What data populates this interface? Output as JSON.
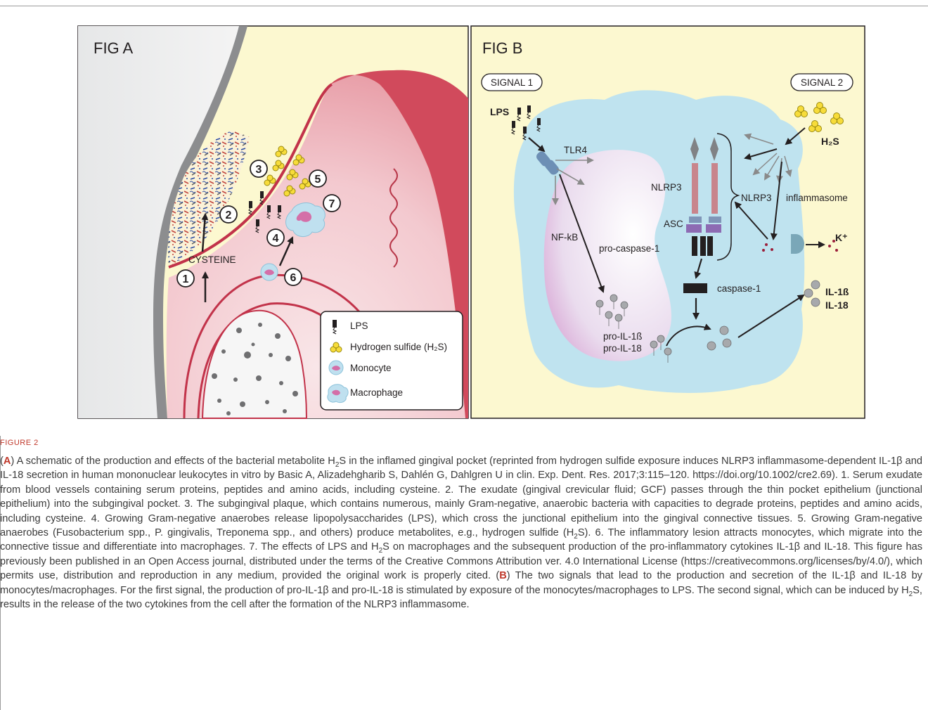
{
  "figA": {
    "label": "FIG A",
    "numbers": [
      "1",
      "2",
      "3",
      "4",
      "5",
      "6",
      "7"
    ],
    "cysteine": "CYSTEINE",
    "legend": {
      "lps": "LPS",
      "h2s": "Hydrogen sulfide (H₂S)",
      "monocyte": "Monocyte",
      "macrophage": "Macrophage"
    }
  },
  "figB": {
    "label": "FIG B",
    "signal1": "SIGNAL 1",
    "signal2": "SIGNAL 2",
    "lps": "LPS",
    "h2s": "H₂S",
    "tlr4": "TLR4",
    "nfkb": "NF-kB",
    "nlrp3": "NLRP3",
    "asc": "ASC",
    "procaspase": "pro-caspase-1",
    "caspase": "caspase-1",
    "inflammasome_a": "NLRP3",
    "inflammasome_b": "inflammasome",
    "kplus": "K⁺",
    "proil1b": "pro-IL-1ß",
    "proil18": "pro-IL-18",
    "il1b": "IL-1ß",
    "il18": "IL-18"
  },
  "caption": {
    "label": "FIGURE 2",
    "a_letter": "A",
    "p1": ") A schematic of the production and effects of the bacterial metabolite H",
    "p1_sub": "2",
    "p2": "S in the inflamed gingival pocket (reprinted from hydrogen sulfide exposure induces NLRP3 inflammasome-dependent IL-1β and IL-18 secretion in human mononuclear leukocytes in vitro by Basic A, Alizadehgharib S, Dahlén G, Dahlgren U in clin. Exp. Dent. Res. 2017;3:115–120. https://doi.org/10.1002/cre2.69). 1. Serum exudate from blood vessels containing serum proteins, peptides and amino acids, including cysteine. 2. The exudate (gingival crevicular fluid; GCF) passes through the thin pocket epithelium (junctional epithelium) into the subgingival pocket. 3. The subgingival plaque, which contains numerous, mainly Gram-negative, anaerobic bacteria with capacities to degrade proteins, peptides and amino acids, including cysteine. 4. Growing Gram-negative anaerobes release lipopolysaccharides (LPS), which cross the junctional epithelium into the gingival connective tissues. 5. Growing Gram-negative anaerobes (Fusobacterium spp., P. gingivalis, Treponema spp., and others) produce metabolites, e.g., hydrogen sulfide (H",
    "p2_sub": "2",
    "p3": "S). 6. The inflammatory lesion attracts monocytes, which migrate into the connective tissue and differentiate into macrophages. 7. The effects of LPS and H",
    "p3_sub": "2",
    "p4": "S on macrophages and the subsequent production of the pro-inflammatory cytokines IL-1β and IL-18. This figure has previously been published in an Open Access journal, distributed under the terms of the Creative Commons Attribution ver. 4.0 International License (https://creativecommons.org/licenses/by/4.0/), which permits use, distribution and reproduction in any medium, provided the original work is properly cited. (",
    "b_letter": "B",
    "p5": ") The two signals that lead to the production and secretion of the IL-1β and IL-18 by monocytes/macrophages. For the first signal, the production of pro-IL-1β and pro-IL-18 is stimulated by exposure of the monocytes/macrophages to LPS. The second signal, which can be induced by H",
    "p5_sub": "2",
    "p6": "S, results in the release of the two cytokines from the cell after the formation of the NLRP3 inflammasome."
  }
}
